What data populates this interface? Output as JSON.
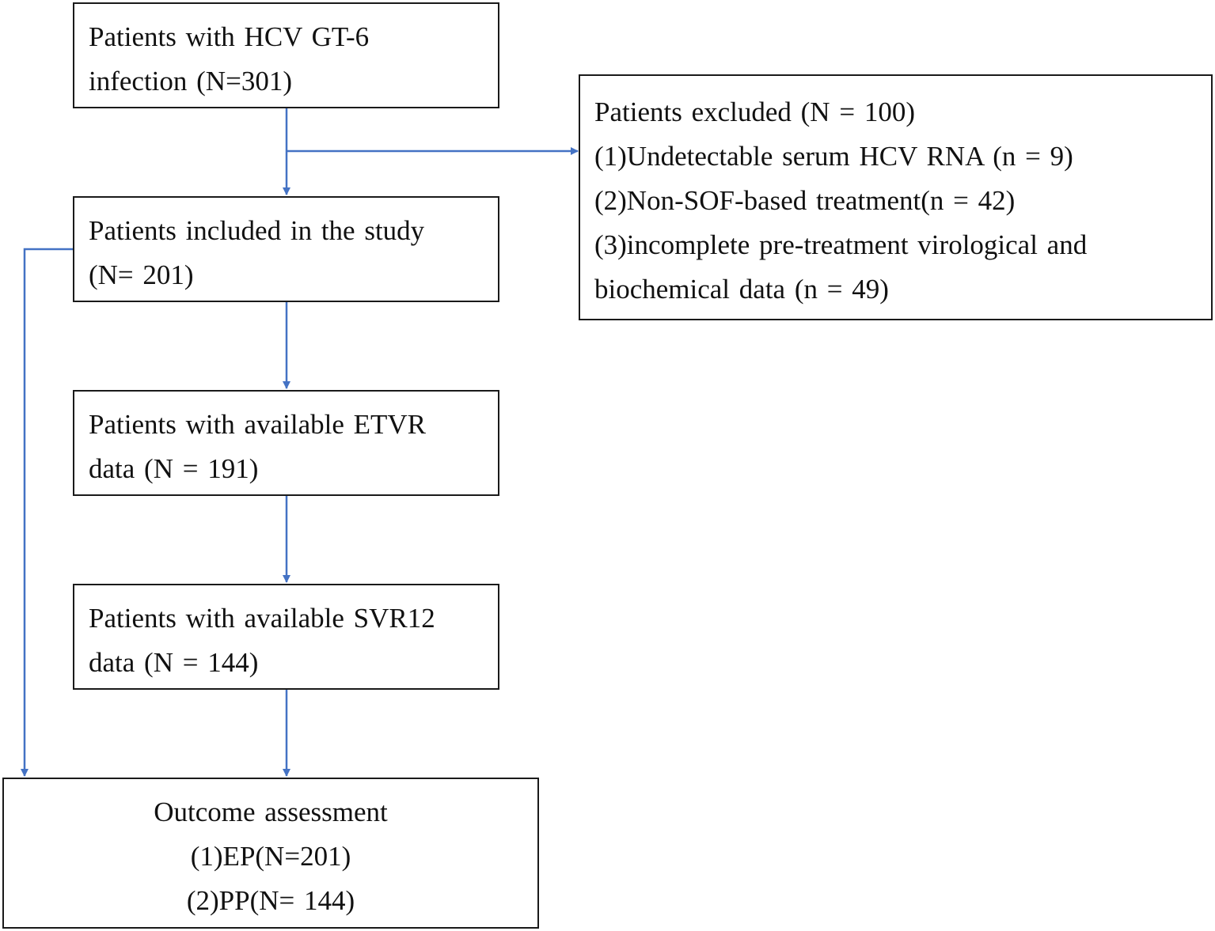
{
  "nodes": {
    "gt6": {
      "line1": "Patients with HCV GT-6",
      "line2": "infection (N=301)"
    },
    "excluded": {
      "line1": "Patients excluded (N = 100)",
      "line2": "(1)Undetectable serum HCV RNA (n = 9)",
      "line3": "(2)Non-SOF-based treatment(n = 42)",
      "line4": "(3)incomplete pre-treatment virological and",
      "line5": "biochemical data (n = 49)"
    },
    "included": {
      "line1": "Patients included in the study",
      "line2": "(N= 201)"
    },
    "etvr": {
      "line1": "Patients with available ETVR",
      "line2": "data (N = 191)"
    },
    "svr12": {
      "line1": "Patients with available SVR12",
      "line2": "data (N = 144)"
    },
    "outcome": {
      "line1": "Outcome assessment",
      "line2": "(1)EP(N=201)",
      "line3": "(2)PP(N= 144)"
    }
  },
  "colors": {
    "arrow": "#4472c4",
    "border": "#1a1a1a",
    "text": "#111111"
  }
}
